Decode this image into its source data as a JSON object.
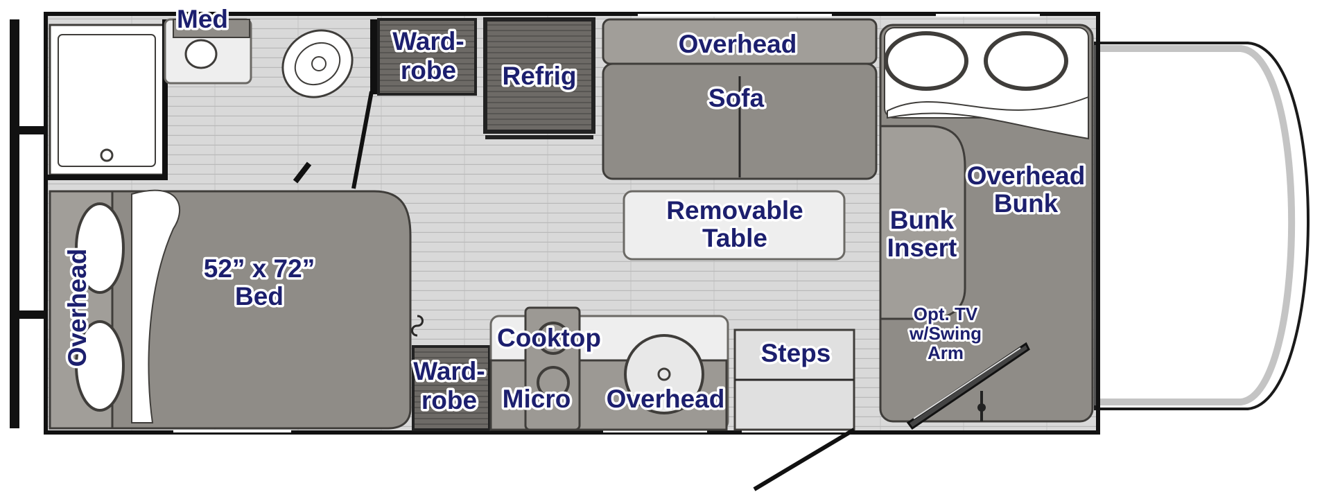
{
  "floorplan": {
    "labels": {
      "med": "Med",
      "wardrobe_top": [
        "Ward-",
        "robe"
      ],
      "refrig": "Refrig",
      "overhead_top": "Overhead",
      "sofa": "Sofa",
      "overhead_bunk": [
        "Overhead",
        "Bunk"
      ],
      "bunk_insert": [
        "Bunk",
        "Insert"
      ],
      "removable_table": [
        "Removable",
        "Table"
      ],
      "bed": [
        "52” x 72”",
        "Bed"
      ],
      "overhead_left": "Overhead",
      "cooktop": "Cooktop",
      "wardrobe_bottom": [
        "Ward-",
        "robe"
      ],
      "micro": "Micro",
      "overhead_bottom": "Overhead",
      "steps": "Steps",
      "opt_tv": [
        "Opt. TV",
        "w/Swing",
        "Arm"
      ]
    },
    "colors": {
      "label_text": "#1c1f6e",
      "furniture": "#8f8c87",
      "floor": "#d6d6d6",
      "wall": "#111111"
    }
  }
}
